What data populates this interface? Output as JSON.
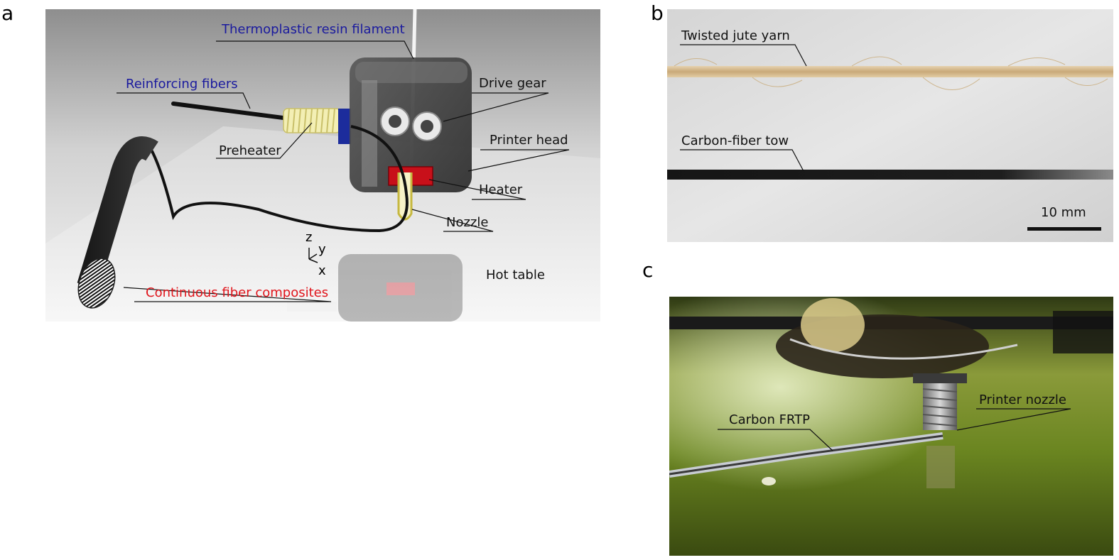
{
  "figure": {
    "panel_letters": {
      "a": "a",
      "b": "b",
      "c": "c"
    },
    "panel_a": {
      "labels": {
        "filament": "Thermoplastic resin filament",
        "reinforcing": "Reinforcing fibers",
        "drive_gear": "Drive gear",
        "printer_head": "Printer head",
        "preheater": "Preheater",
        "heater": "Heater",
        "nozzle": "Nozzle",
        "hot_table": "Hot table",
        "composites": "Continuous fiber composites"
      },
      "axes": {
        "z": "z",
        "y": "y",
        "x": "x"
      },
      "colors": {
        "blue_label": "#1a1a9e",
        "red_label": "#e0141b",
        "heater_red": "#c8101a",
        "preheater_blue": "#1c2c9c"
      }
    },
    "panel_b": {
      "labels": {
        "jute": "Twisted jute yarn",
        "carbon": "Carbon-fiber tow"
      },
      "scale_bar": "10 mm"
    },
    "panel_c": {
      "labels": {
        "frtp": "Carbon FRTP",
        "nozzle": "Printer nozzle"
      }
    }
  }
}
